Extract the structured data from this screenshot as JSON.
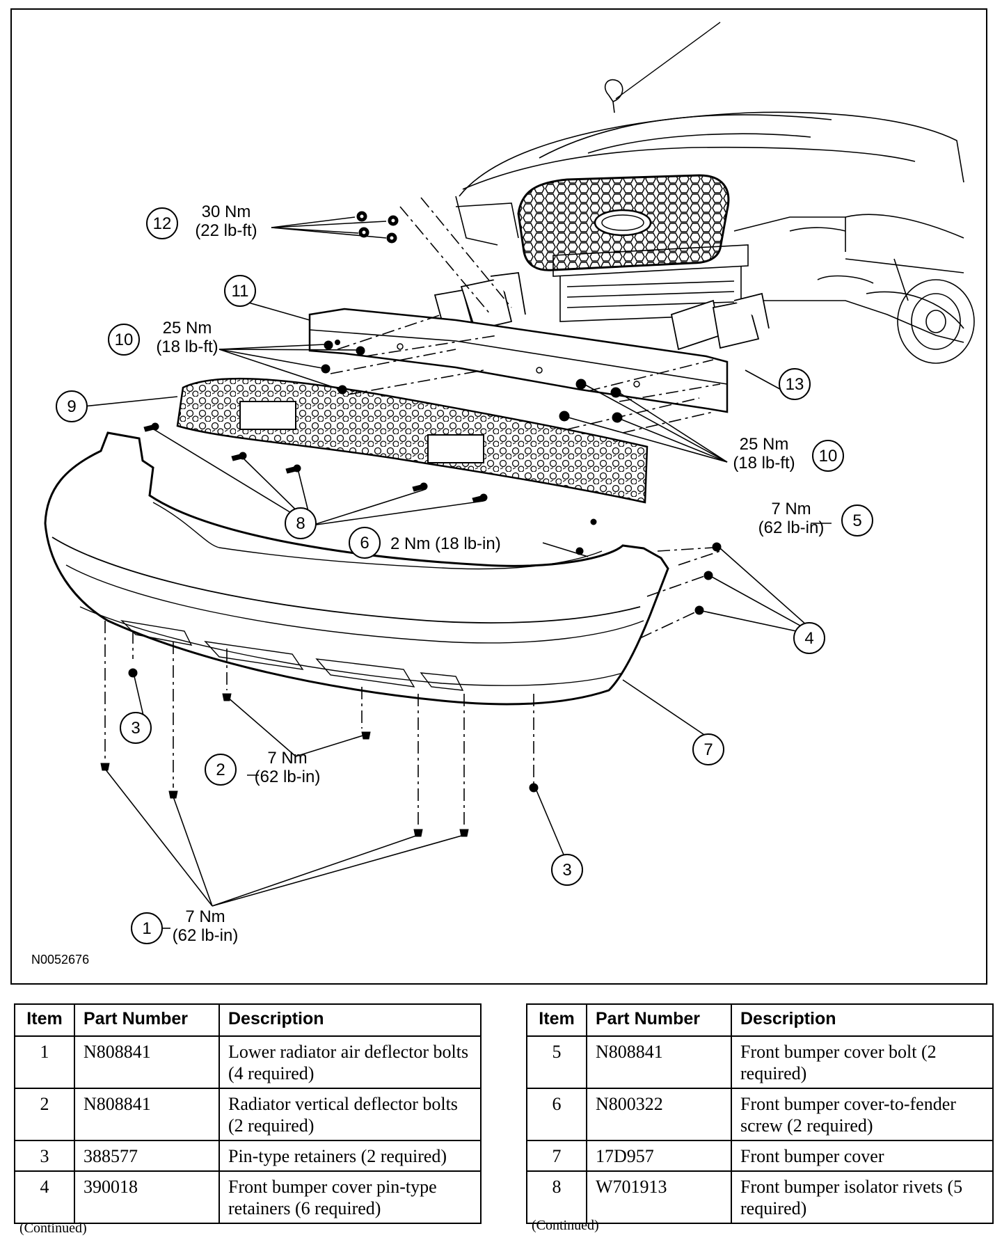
{
  "figure": {
    "id": "N0052676",
    "callouts": {
      "c1": "1",
      "c2": "2",
      "c3a": "3",
      "c3b": "3",
      "c4": "4",
      "c5": "5",
      "c6": "6",
      "c7": "7",
      "c8": "8",
      "c9": "9",
      "c10a": "10",
      "c10b": "10",
      "c11": "11",
      "c12": "12",
      "c13": "13"
    },
    "torque": {
      "t12_nm": "30 Nm",
      "t12_lb": "(22 lb-ft)",
      "t10a_nm": "25 Nm",
      "t10a_lb": "(18 lb-ft)",
      "t10b_nm": "25 Nm",
      "t10b_lb": "(18 lb-ft)",
      "t5_nm": "7 Nm",
      "t5_lb": "(62 lb-in)",
      "t6": "2 Nm (18 lb-in)",
      "t2_nm": "7 Nm",
      "t2_lb": "(62 lb-in)",
      "t1_nm": "7 Nm",
      "t1_lb": "(62 lb-in)"
    }
  },
  "table_headers": {
    "item": "Item",
    "part_number": "Part Number",
    "description": "Description"
  },
  "table_left": {
    "rows": [
      {
        "item": "1",
        "part": "N808841",
        "desc": "Lower radiator air deflector bolts (4 required)"
      },
      {
        "item": "2",
        "part": "N808841",
        "desc": "Radiator vertical deflector bolts (2 required)"
      },
      {
        "item": "3",
        "part": "388577",
        "desc": "Pin-type retainers (2 required)"
      },
      {
        "item": "4",
        "part": "390018",
        "desc": "Front bumper cover pin-type retainers (6 required)"
      }
    ],
    "continued": "(Continued)"
  },
  "table_right": {
    "rows": [
      {
        "item": "5",
        "part": "N808841",
        "desc": "Front bumper cover bolt (2 required)"
      },
      {
        "item": "6",
        "part": "N800322",
        "desc": "Front bumper cover-to-fender screw (2 required)"
      },
      {
        "item": "7",
        "part": "17D957",
        "desc": "Front bumper cover"
      },
      {
        "item": "8",
        "part": "W701913",
        "desc": "Front bumper isolator rivets (5 required)"
      }
    ],
    "continued": "(Continued)"
  }
}
